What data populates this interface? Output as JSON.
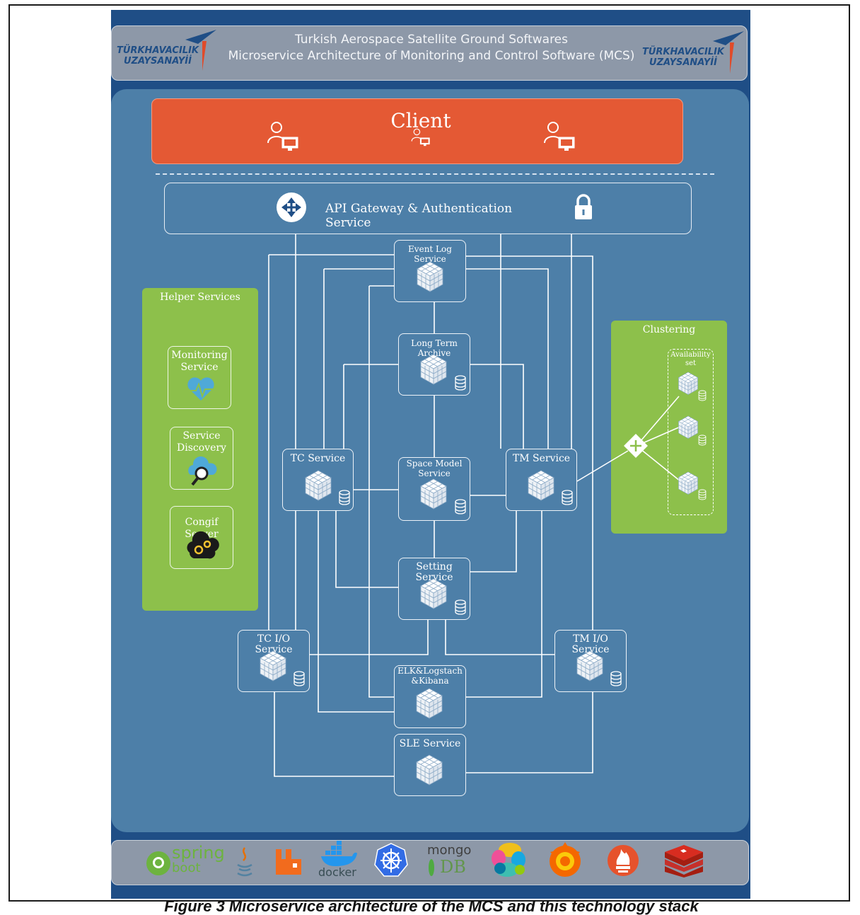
{
  "header": {
    "title_line1": "Turkish Aerospace Satellite Ground Softwares",
    "title_line2": "Microservice Architecture of Monitoring and Control Software (MCS)",
    "logo_left_line1": "TÜRKHAVACILIK",
    "logo_left_line2": "UZAYSANAYİİ",
    "logo_right_line1": "TÜRKHAVACILIK",
    "logo_right_line2": "UZAYSANAYİİ"
  },
  "client": {
    "label": "Client"
  },
  "gateway": {
    "label": "API Gateway & Authentication Service"
  },
  "services": {
    "event_log": "Event Log Service",
    "long_term_archive": "Long Term Archive",
    "tc_service": "TC Service",
    "space_model_line1": "Space Model",
    "space_model_line2": "Service",
    "tm_service": "TM Service",
    "setting_service": "Setting Service",
    "tc_io": "TC I/O Service",
    "tm_io": "TM I/O Service",
    "elk_line1": "ELK&Logstach",
    "elk_line2": "&Kibana",
    "sle_service": "SLE Service"
  },
  "helper": {
    "title": "Helper Services",
    "monitoring_line1": "Monitoring",
    "monitoring_line2": "Service",
    "discovery_line1": "Service",
    "discovery_line2": "Discovery",
    "config": "Congif Server"
  },
  "clustering": {
    "title": "Clustering",
    "availability_line1": "Availability",
    "availability_line2": "set"
  },
  "footer": {
    "spring_line1": "spring",
    "spring_line2": "boot",
    "docker": "docker",
    "mongo_line1": "mongo",
    "mongo_line2": "DB"
  },
  "caption": "Figure 3 Microservice architecture of the MCS and this technology stack",
  "colors": {
    "background": "#1f4e86",
    "panel": "#4d7fa8",
    "client": "#e45934",
    "helper": "#8dc04b",
    "bar": "#8d98a8"
  },
  "icons": [
    "user-computer-icon",
    "router-icon",
    "lock-icon",
    "cube-cluster-icon",
    "database-icon",
    "heart-pulse-icon",
    "cloud-search-icon",
    "gears-icon",
    "load-balancer-icon"
  ]
}
